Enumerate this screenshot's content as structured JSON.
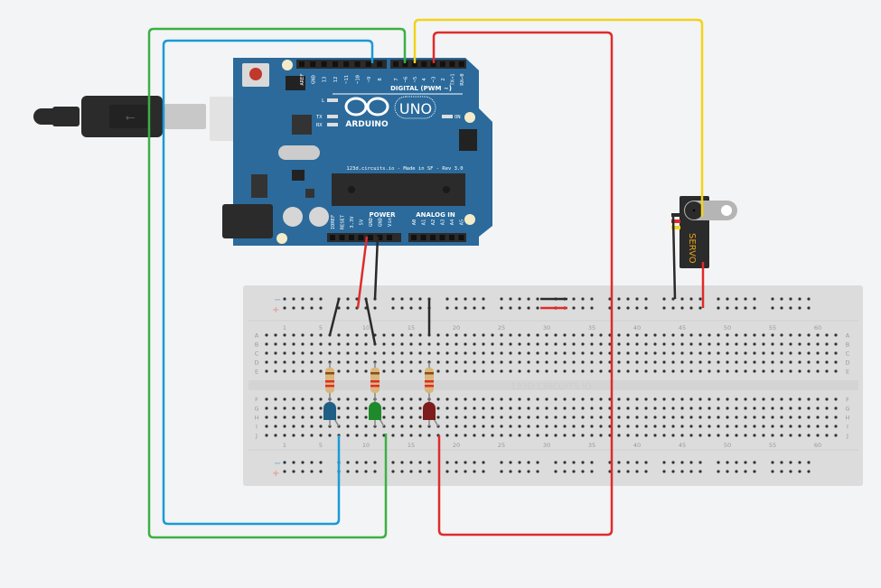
{
  "arduino": {
    "brand": "ARDUINO",
    "model": "UNO",
    "digital_header": "DIGITAL (PWM ~)",
    "digital_pins": [
      "AREF",
      "GND",
      "13",
      "12",
      "~11",
      "~10",
      "~9",
      "8",
      "7",
      "~6",
      "~5",
      "4",
      "~3",
      "2",
      "TX→1",
      "RX←0"
    ],
    "power_header": "POWER",
    "power_pins": [
      "IOREF",
      "RESET",
      "3.3V",
      "5V",
      "GND",
      "GND",
      "Vin"
    ],
    "analog_header": "ANALOG IN",
    "analog_pins": [
      "A0",
      "A1",
      "A2",
      "A3",
      "A4",
      "A5"
    ],
    "leds": [
      "L",
      "TX",
      "RX",
      "ON"
    ],
    "silk": "123d.circuits.io - Made in SF - Rev 3.0",
    "color": "#2b6a9b"
  },
  "servo": {
    "label": "SERVO",
    "color": "#2b2b2b",
    "label_color": "#e8a317"
  },
  "breadboard": {
    "watermark": "123D.CIRCUITS.IO",
    "row_labels": [
      "A",
      "B",
      "C",
      "D",
      "E",
      "F",
      "G",
      "H",
      "I",
      "J"
    ],
    "column_labels": [
      "1",
      "5",
      "10",
      "15",
      "20",
      "25",
      "30",
      "35",
      "40",
      "45",
      "50",
      "55",
      "60"
    ],
    "rail_minus": "−",
    "rail_plus": "+"
  },
  "components": {
    "leds": [
      {
        "color": "#1f5f85"
      },
      {
        "color": "#1f8a2a"
      },
      {
        "color": "#7d1d1d"
      }
    ]
  },
  "wire_colors": {
    "green": "#3cb043",
    "blue": "#1a9ad6",
    "red": "#e02b2b",
    "yellow": "#f2d21b",
    "black": "#2a2a2a"
  }
}
